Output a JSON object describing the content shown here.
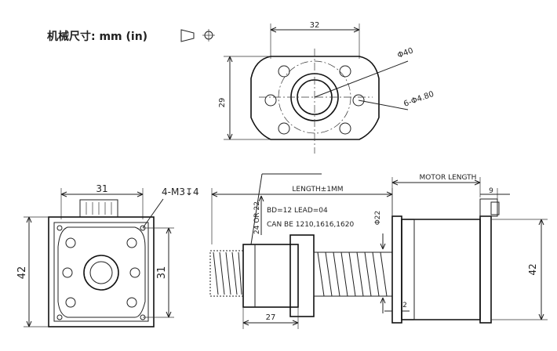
{
  "header": {
    "title": "机械尺寸: mm (in)"
  },
  "top_view": {
    "width_dim": "32",
    "height_dim": "29",
    "diameter_outer": "Φ40",
    "holes_label": "6-Φ4.80"
  },
  "left_view": {
    "width_dim": "31",
    "screw_label": "4-M3↧4",
    "height_outer": "42",
    "height_inner": "31"
  },
  "side_view": {
    "length_label": "LENGTH±1MM",
    "vertical_label": "24 OR 22",
    "spec_line1": "BD=12 LEAD=04",
    "spec_line2": "CAN BE 1210,1616,1620",
    "diameter_label": "Φ22",
    "nut_length": "27",
    "motor_length_label": "MOTOR LENGTH",
    "motor_offset": "9",
    "motor_height": "42",
    "gap_label": "2"
  }
}
